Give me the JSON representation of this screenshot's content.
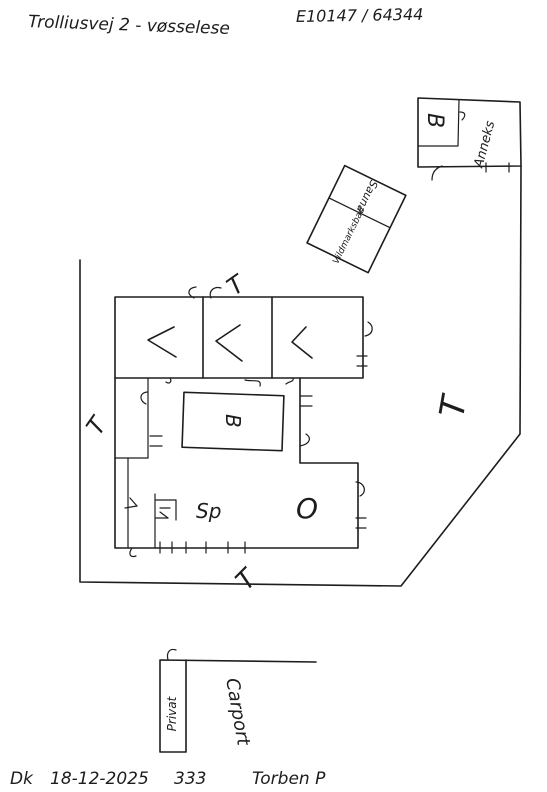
{
  "header": {
    "address": "Trolliusvej 2 - vøsselese",
    "reference": "E10147 / 64344"
  },
  "rooms": {
    "annex_bath_mark": "B",
    "annex_label": "Anneks",
    "sauna_label": "Sauna",
    "whirlpool_label": "Vildmarksbad",
    "main_bath_mark": "B",
    "dining_label": "Sp",
    "living_mark": "O",
    "carport_label": "Carport",
    "private_label": "Privat"
  },
  "terrain_marks": {
    "t_top": "T",
    "t_left": "T",
    "t_bottom": "T",
    "t_right": "T"
  },
  "footer": {
    "initials": "Dk",
    "date": "18-12-2025",
    "number": "333",
    "name": "Torben P"
  }
}
